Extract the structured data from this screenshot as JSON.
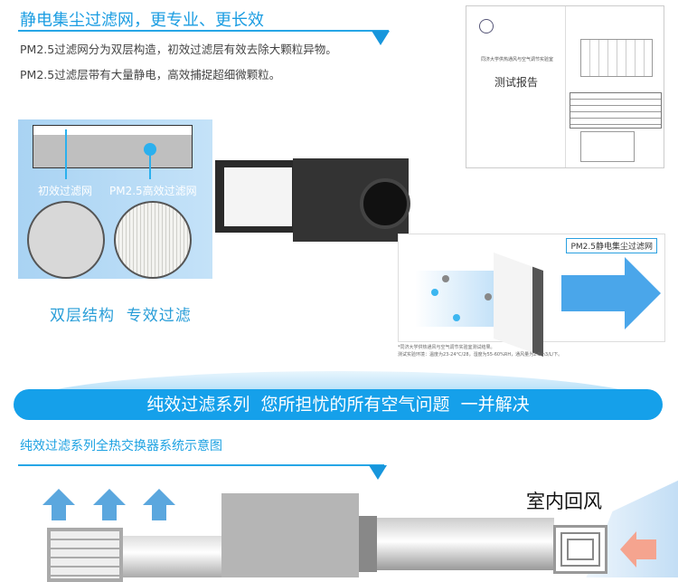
{
  "section1": {
    "title": "静电集尘过滤网，更专业、更长效",
    "line1": "PM2.5过滤网分为双层构造，初效过滤层有效去除大颗粒异物。",
    "line2": "PM2.5过滤层带有大量静电，高效捕捉超细微颗粒。"
  },
  "report": {
    "lab": "同济大学供热通风与空气调节实验室",
    "title": "测试报告"
  },
  "filter_panel": {
    "label_primary": "初效过滤网",
    "label_hepa": "PM2.5高效过滤网",
    "caption": "双层结构  专效过滤"
  },
  "diagram_panel": {
    "tag": "PM2.5静电集尘过滤网",
    "note1": "*同济大学供热通风与空气调节实验室测试结果。",
    "note2": "测试实验环境：温度为23-24°C/28，湿度为55-60%RH，通风量为2.5m3/L/下。"
  },
  "banner": {
    "text": "纯效过滤系列  您所担忧的所有空气问题  一并解决"
  },
  "section2": {
    "title": "纯效过滤系列全热交换器系统示意图",
    "return_air": "室内回风"
  },
  "colors": {
    "accent": "#15a0ea",
    "arrow_up": "#5ba7de",
    "arrow_in": "#f5a48f"
  }
}
